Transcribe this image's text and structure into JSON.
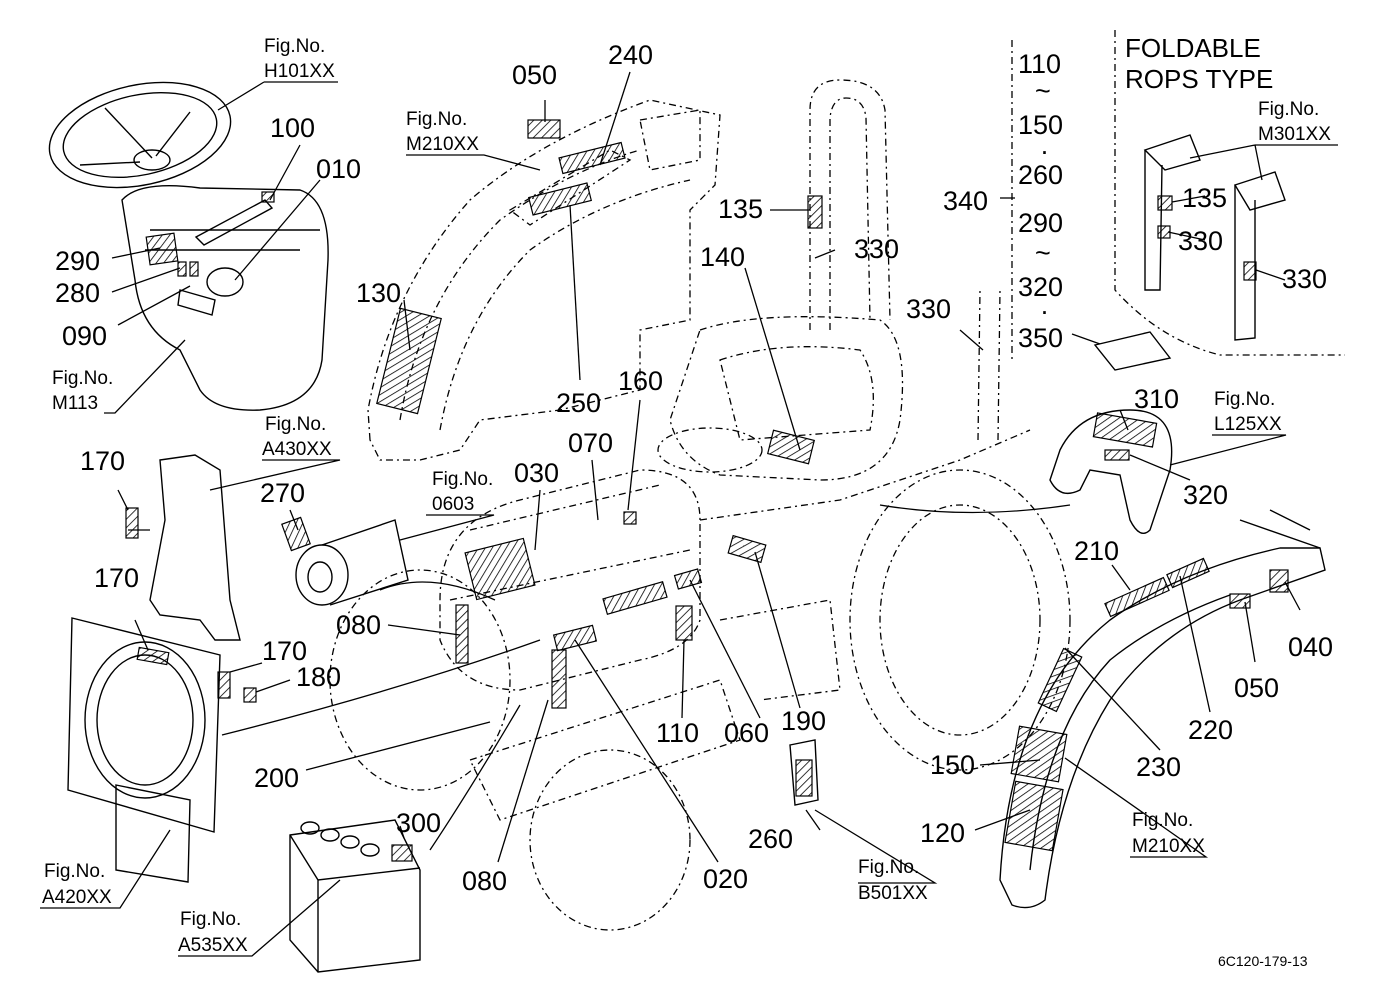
{
  "figure_refs": {
    "h101": {
      "label": "Fig.No.",
      "num": "H101XX"
    },
    "m210_top": {
      "label": "Fig.No.",
      "num": "M210XX"
    },
    "m113": {
      "label": "Fig.No.",
      "num": "M113"
    },
    "a430": {
      "label": "Fig.No.",
      "num": "A430XX"
    },
    "f0603": {
      "label": "Fig.No.",
      "num": "0603"
    },
    "m301": {
      "label": "Fig.No.",
      "num": "M301XX"
    },
    "l125": {
      "label": "Fig.No.",
      "num": "L125XX"
    },
    "a420": {
      "label": "Fig.No.",
      "num": "A420XX"
    },
    "a535": {
      "label": "Fig.No.",
      "num": "A535XX"
    },
    "b501": {
      "label": "Fig.No.",
      "num": "B501XX"
    },
    "m210_right": {
      "label": "Fig.No.",
      "num": "M210XX"
    }
  },
  "inset": {
    "title_line1": "FOLDABLE",
    "title_line2": "ROPS  TYPE"
  },
  "serial_bracket": {
    "items": [
      "110",
      "~",
      "150",
      "·",
      "260",
      "290",
      "~",
      "320",
      "·",
      "350"
    ]
  },
  "part_numbers": {
    "p100": "100",
    "p010": "010",
    "p290": "290",
    "p280": "280",
    "p090": "090",
    "p050a": "050",
    "p240": "240",
    "p135a": "135",
    "p330a": "330",
    "p140": "140",
    "p130": "130",
    "p250": "250",
    "p160": "160",
    "p070": "070",
    "p030": "030",
    "p270": "270",
    "p170a": "170",
    "p170b": "170",
    "p170c": "170",
    "p180": "180",
    "p080a": "080",
    "p200": "200",
    "p300": "300",
    "p080b": "080",
    "p020": "020",
    "p110": "110",
    "p060": "060",
    "p190": "190",
    "p260": "260",
    "p340": "340",
    "p330b": "330",
    "p135b": "135",
    "p330c": "330",
    "p330d": "330",
    "p350": "350",
    "p310": "310",
    "p320": "320",
    "p210": "210",
    "p040": "040",
    "p050b": "050",
    "p220": "220",
    "p230": "230",
    "p150": "150",
    "p120": "120"
  },
  "drawing_code": "6C120-179-13"
}
